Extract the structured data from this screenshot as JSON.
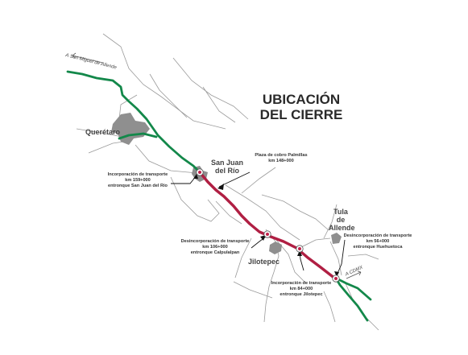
{
  "title": {
    "line1": "UBICACIÓN",
    "line2": "DEL CIERRE"
  },
  "directions": {
    "san_miguel": "A San Miguel de Allende",
    "mexico": "A CDMX"
  },
  "cities": {
    "queretaro": "Querétaro",
    "san_juan_line1": "San Juan",
    "san_juan_line2": "del Río",
    "jilotepec": "Jilotepec",
    "tula_line1": "Tula",
    "tula_line2": "de",
    "tula_line3": "Allende"
  },
  "annotations": {
    "plaza": {
      "line1": "Plaza de cobro Palmillas",
      "line2": "km 148+000"
    },
    "incorporacion_sjr": {
      "line1": "Incorporación de transporte",
      "line2": "km 159+000",
      "line3": "entronque San Juan del Río"
    },
    "desincorporacion_calpulalpan": {
      "line1": "Desincorporación de transporte",
      "line2": "km 106+000",
      "line3": "entronque Calpulalpan"
    },
    "desincorporacion_huehuetoca": {
      "line1": "Desincorporación de transporte",
      "line2": "km 56+000",
      "line3": "entronque Huehuetoca"
    },
    "incorporacion_jilotepec": {
      "line1": "Incorporación de transporte",
      "line2": "km 84+000",
      "line3": "entronque Jilotepec"
    }
  },
  "colors": {
    "open_highway": "#13884a",
    "closed_section": "#b01f43",
    "secondary_roads": "#9a9a9a",
    "urban_area": "#8f8f8f",
    "marker": "#c0204a"
  }
}
